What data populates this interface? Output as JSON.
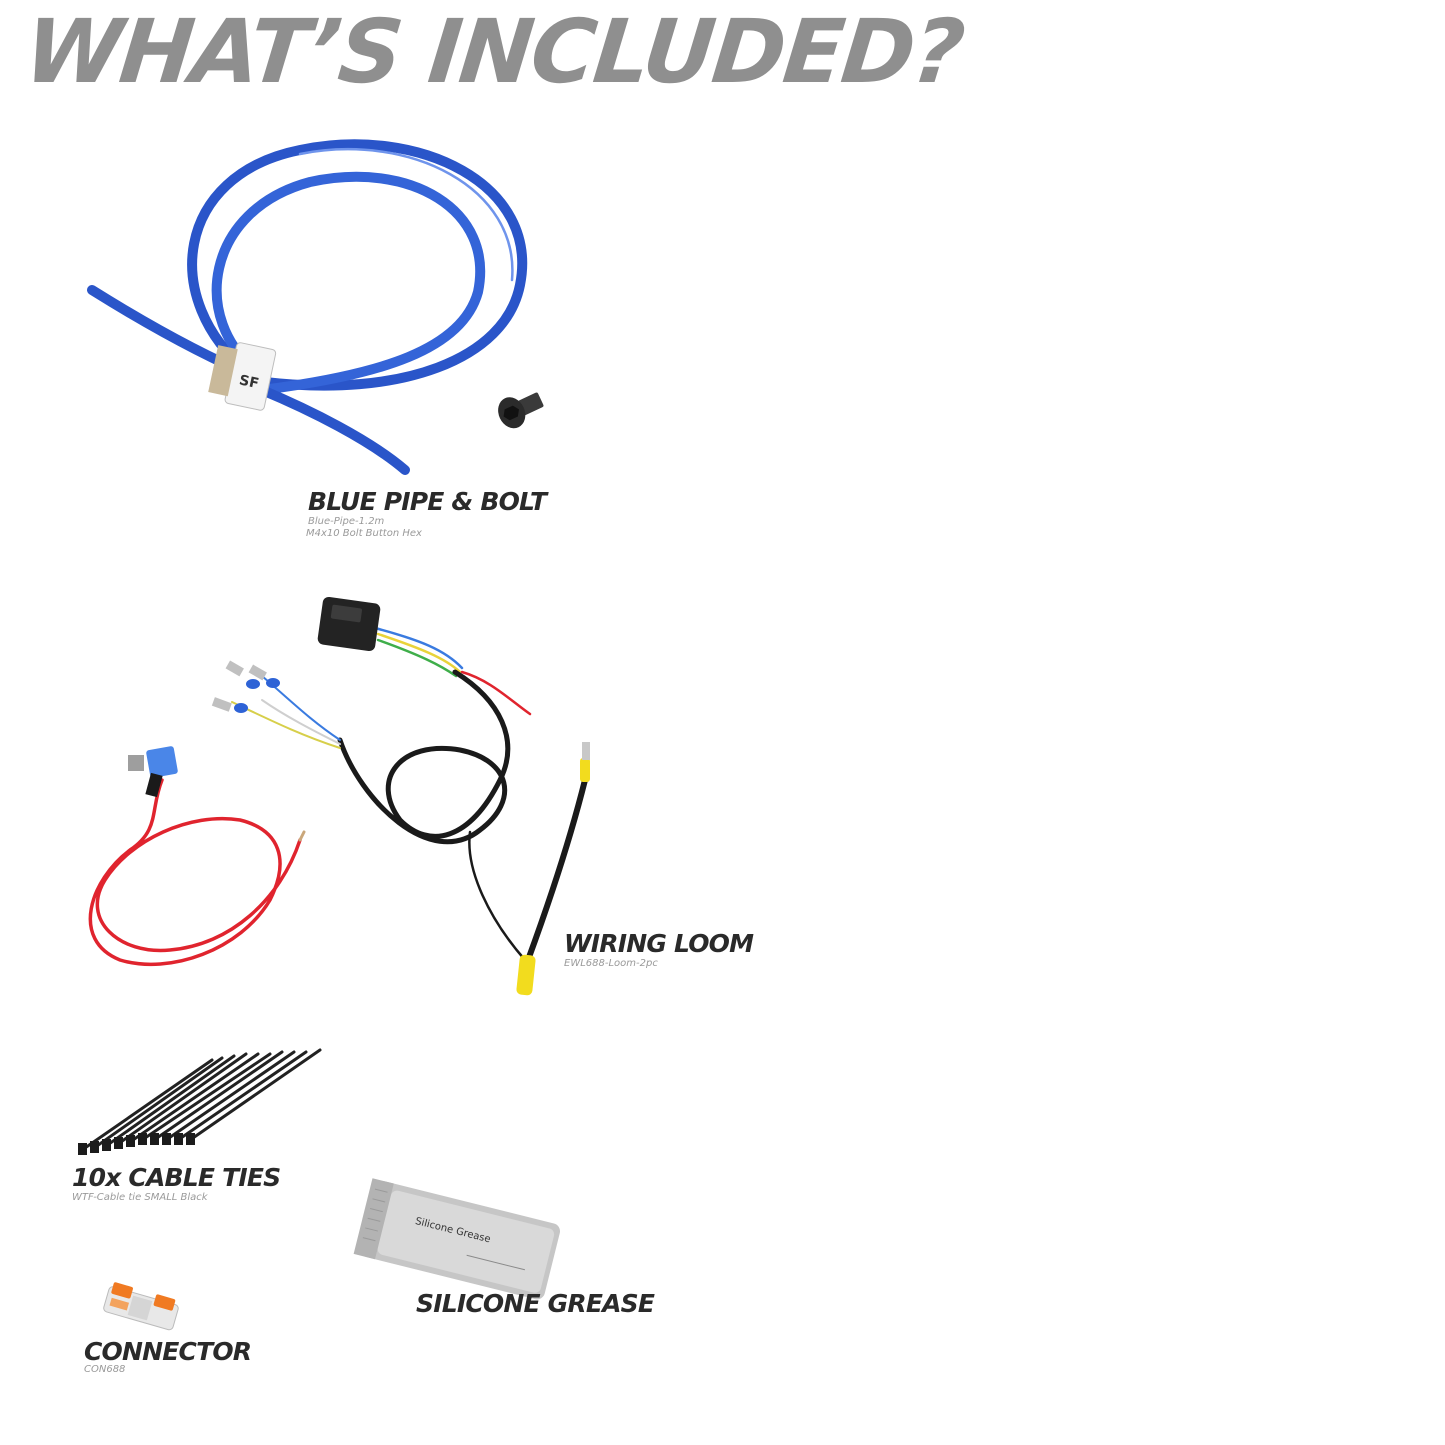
{
  "headline": "WHAT’S INCLUDED?",
  "colors": {
    "headline": "#8f8f8f",
    "title": "#2a2a2a",
    "subtitle": "#9a9a9a",
    "pipe": "#2a55c9",
    "wire_red": "#e0242e",
    "wire_black": "#1a1a1a",
    "terminal_yellow": "#f2dc1e",
    "terminal_blue": "#2e63d6"
  },
  "items": {
    "pipe": {
      "title": "BLUE PIPE & BOLT",
      "lines": [
        "Blue-Pipe-1.2m",
        "M4x10 Bolt Button Hex"
      ],
      "icon": "blue-pipe-and-bolt"
    },
    "loom": {
      "title": "WIRING LOOM",
      "lines": [
        "EWL688-Loom-2pc"
      ],
      "icon": "wiring-loom"
    },
    "ties": {
      "title": "10x CABLE TIES",
      "lines": [
        "WTF-Cable tie SMALL Black"
      ],
      "icon": "cable-ties"
    },
    "grease": {
      "title": "SILICONE GREASE",
      "lines": [],
      "packet_label": "Silicone Grease",
      "icon": "silicone-grease-sachet"
    },
    "connector": {
      "title": "CONNECTOR",
      "lines": [
        "CON688"
      ],
      "icon": "lever-connector"
    }
  }
}
